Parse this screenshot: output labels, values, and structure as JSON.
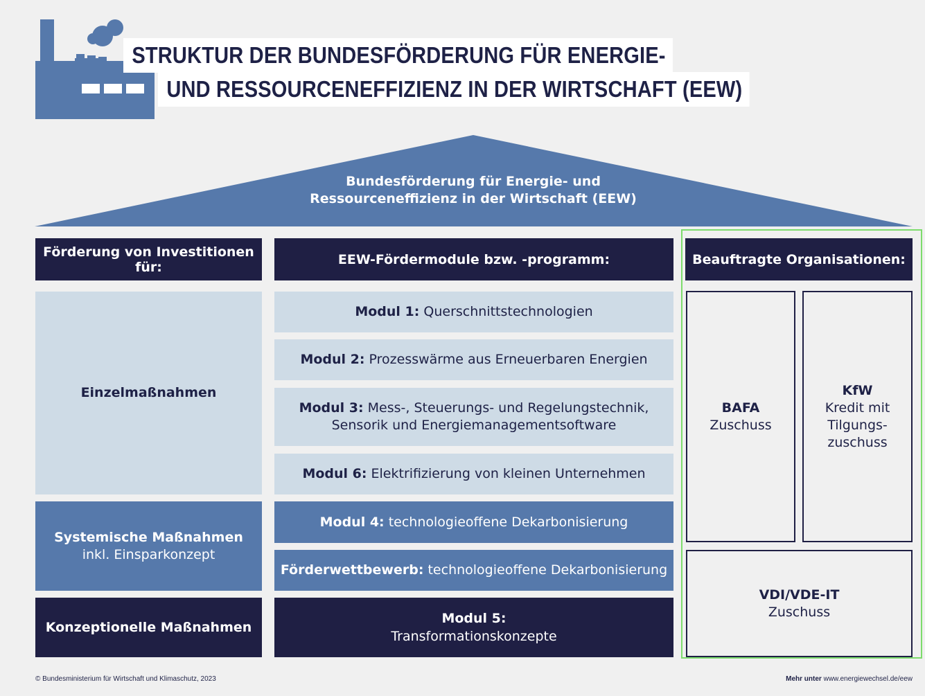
{
  "title": {
    "line1": "STRUKTUR DER BUNDESFÖRDERUNG FÜR ENERGIE-",
    "line2": "UND RESSOURCENEFFIZIENZ IN DER WIRTSCHAFT (EEW)"
  },
  "roof": {
    "line1": "Bundesförderung für Energie- und",
    "line2": "Ressourceneffizienz in der Wirtschaft (EEW)"
  },
  "columns": {
    "left_header": "Förderung von Investitionen für:",
    "middle_header": "EEW-Fördermodule bzw. -programm:",
    "right_header": "Beauftragte Organisationen:"
  },
  "left": {
    "einzel": "Einzelmaßnahmen",
    "systemisch_title": "Systemische Maßnahmen",
    "systemisch_sub": "inkl. Einsparkonzept",
    "konzept": "Konzeptionelle Maßnahmen"
  },
  "modules": [
    {
      "label": "Modul 1:",
      "text": " Querschnittstechnologien"
    },
    {
      "label": "Modul 2:",
      "text": " Prozesswärme aus Erneuerbaren Energien"
    },
    {
      "label": "Modul 3:",
      "text": " Mess-, Steuerungs- und Regelungstechnik,",
      "text2": "Sensorik und Energiemanagementsoftware"
    },
    {
      "label": "Modul 6:",
      "text": " Elektrifizierung von kleinen Unternehmen"
    },
    {
      "label": "Modul 4:",
      "text": " technologieoffene Dekarbonisierung"
    },
    {
      "label": "Förderwettbewerb:",
      "text": " technologieoffene Dekarbonisierung"
    },
    {
      "label": "Modul 5:",
      "text": "Transformationskonzepte"
    }
  ],
  "orgs": {
    "bafa_name": "BAFA",
    "bafa_sub": "Zuschuss",
    "kfw_name": "KfW",
    "kfw_sub1": "Kredit mit",
    "kfw_sub2": "Tilgungs-",
    "kfw_sub3": "zuschuss",
    "vdi_name": "VDI/VDE-IT",
    "vdi_sub": "Zuschuss"
  },
  "footer": {
    "copyright": "© Bundesministerium für Wirtschaft und Klimaschutz, 2023",
    "more_prefix": "Mehr unter",
    "more_url": " www.energiewechsel.de/eew"
  },
  "colors": {
    "dark_navy": "#1f1f44",
    "mid_blue": "#5679ab",
    "light_blue": "#cedbe6",
    "background": "#f0f0f0",
    "highlight_green": "#7ddc6c"
  },
  "icons": {
    "factory": "factory-icon"
  }
}
